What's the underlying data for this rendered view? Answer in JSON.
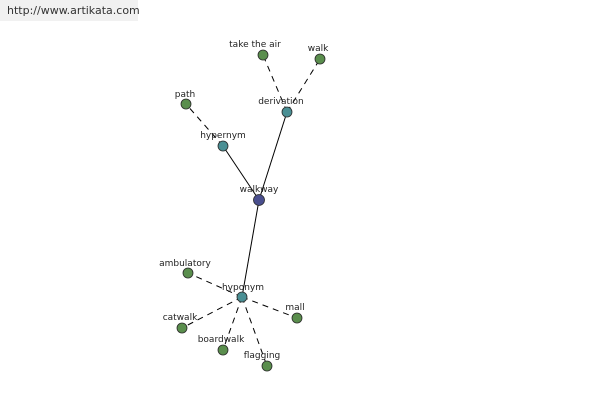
{
  "banner": {
    "text": "http://www.artikata.com"
  },
  "colors": {
    "center": "#4a4f8e",
    "relation": "#4a8f94",
    "leaf": "#5a8e4d"
  },
  "graph": {
    "nodes": [
      {
        "id": "walkway",
        "label": "walkway",
        "kind": "center"
      },
      {
        "id": "derivation",
        "label": "derivation",
        "kind": "relation"
      },
      {
        "id": "hypernym",
        "label": "hypernym",
        "kind": "relation"
      },
      {
        "id": "hyponym",
        "label": "hyponym",
        "kind": "relation"
      },
      {
        "id": "take-the-air",
        "label": "take the air",
        "kind": "leaf"
      },
      {
        "id": "walk",
        "label": "walk",
        "kind": "leaf"
      },
      {
        "id": "path",
        "label": "path",
        "kind": "leaf"
      },
      {
        "id": "ambulatory",
        "label": "ambulatory",
        "kind": "leaf"
      },
      {
        "id": "mall",
        "label": "mall",
        "kind": "leaf"
      },
      {
        "id": "catwalk",
        "label": "catwalk",
        "kind": "leaf"
      },
      {
        "id": "boardwalk",
        "label": "boardwalk",
        "kind": "leaf"
      },
      {
        "id": "flagging",
        "label": "flagging",
        "kind": "leaf"
      }
    ],
    "edges": [
      {
        "from": "walkway",
        "to": "derivation",
        "style": "solid"
      },
      {
        "from": "walkway",
        "to": "hypernym",
        "style": "solid"
      },
      {
        "from": "walkway",
        "to": "hyponym",
        "style": "solid"
      },
      {
        "from": "derivation",
        "to": "take-the-air",
        "style": "dashed"
      },
      {
        "from": "derivation",
        "to": "walk",
        "style": "dashed"
      },
      {
        "from": "hypernym",
        "to": "path",
        "style": "dashed"
      },
      {
        "from": "hyponym",
        "to": "ambulatory",
        "style": "dashed"
      },
      {
        "from": "hyponym",
        "to": "mall",
        "style": "dashed"
      },
      {
        "from": "hyponym",
        "to": "catwalk",
        "style": "dashed"
      },
      {
        "from": "hyponym",
        "to": "boardwalk",
        "style": "dashed"
      },
      {
        "from": "hyponym",
        "to": "flagging",
        "style": "dashed"
      }
    ]
  }
}
